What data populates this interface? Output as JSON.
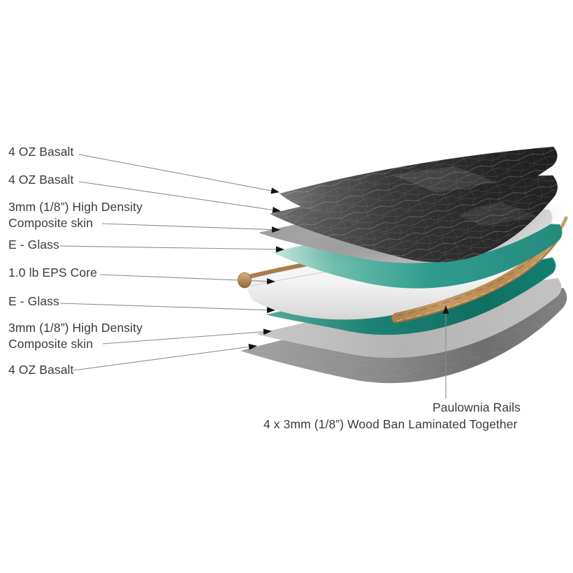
{
  "diagram": {
    "labels": [
      {
        "id": "basalt-top-1",
        "text": "4 OZ Basalt"
      },
      {
        "id": "basalt-top-2",
        "text": "4 OZ Basalt"
      },
      {
        "id": "composite-skin-top",
        "text": "3mm (1/8”) High Density\nComposite skin"
      },
      {
        "id": "eglass-top",
        "text": "E - Glass"
      },
      {
        "id": "eps-core",
        "text": "1.0 lb EPS Core"
      },
      {
        "id": "eglass-bottom",
        "text": "E - Glass"
      },
      {
        "id": "composite-skin-bottom",
        "text": "3mm (1/8”) High Density\nComposite skin"
      },
      {
        "id": "basalt-bottom",
        "text": "4 OZ Basalt"
      },
      {
        "id": "paulownia-rails",
        "text": "Paulownia Rails"
      },
      {
        "id": "wood-ban",
        "text": "4 x 3mm (1/8”) Wood Ban Laminated Together"
      }
    ],
    "palette": {
      "background": "#ffffff",
      "label_text": "#3c3c3c",
      "leader_line": "#8c8c8c",
      "arrow": "#141414",
      "basalt_dark": "#2a2a2a",
      "basalt_tip_gray": "#6f6f6f",
      "composite_skin_gray": "#b3b3b3",
      "eglass_teal": "#2f9c8d",
      "eglass_teal_dark": "#147565",
      "eps_core_white": "#f2f2f2",
      "paulownia_wood_tan": "#b88952",
      "bottom_basalt_gray": "#8a8a8a"
    }
  }
}
